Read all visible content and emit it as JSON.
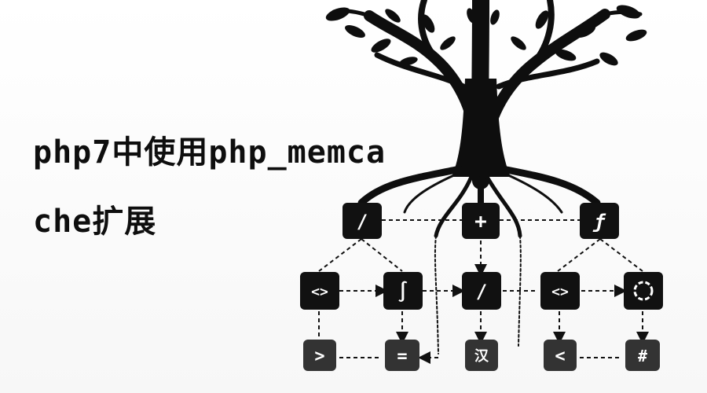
{
  "title": {
    "line1": "php7中使用php_memca",
    "line2": "che扩展"
  },
  "diagram": {
    "top_nodes": [
      {
        "label": "/",
        "icon": "slash-icon"
      },
      {
        "label": "+",
        "icon": "plus-icon"
      },
      {
        "label": "ƒ",
        "icon": "function-icon"
      }
    ],
    "middle_nodes": [
      {
        "label": "<>",
        "icon": "angle-brackets-icon"
      },
      {
        "label": "∫",
        "icon": "integral-icon"
      },
      {
        "label": "/",
        "icon": "slash-icon"
      },
      {
        "label": "<>",
        "icon": "code-brackets-icon"
      },
      {
        "label": "",
        "icon": "refresh-circle-icon"
      }
    ],
    "bottom_nodes": [
      {
        "label": ">",
        "icon": "greater-than-icon"
      },
      {
        "label": "=",
        "icon": "equals-icon"
      },
      {
        "label": "汉",
        "icon": "glyph-icon"
      },
      {
        "label": "<",
        "icon": "less-than-icon"
      },
      {
        "label": "#",
        "icon": "hash-icon"
      }
    ]
  },
  "colors": {
    "ink": "#0e0e0e",
    "node_fill": "#111111",
    "node_fill_light": "#333333",
    "background": "#ffffff"
  }
}
